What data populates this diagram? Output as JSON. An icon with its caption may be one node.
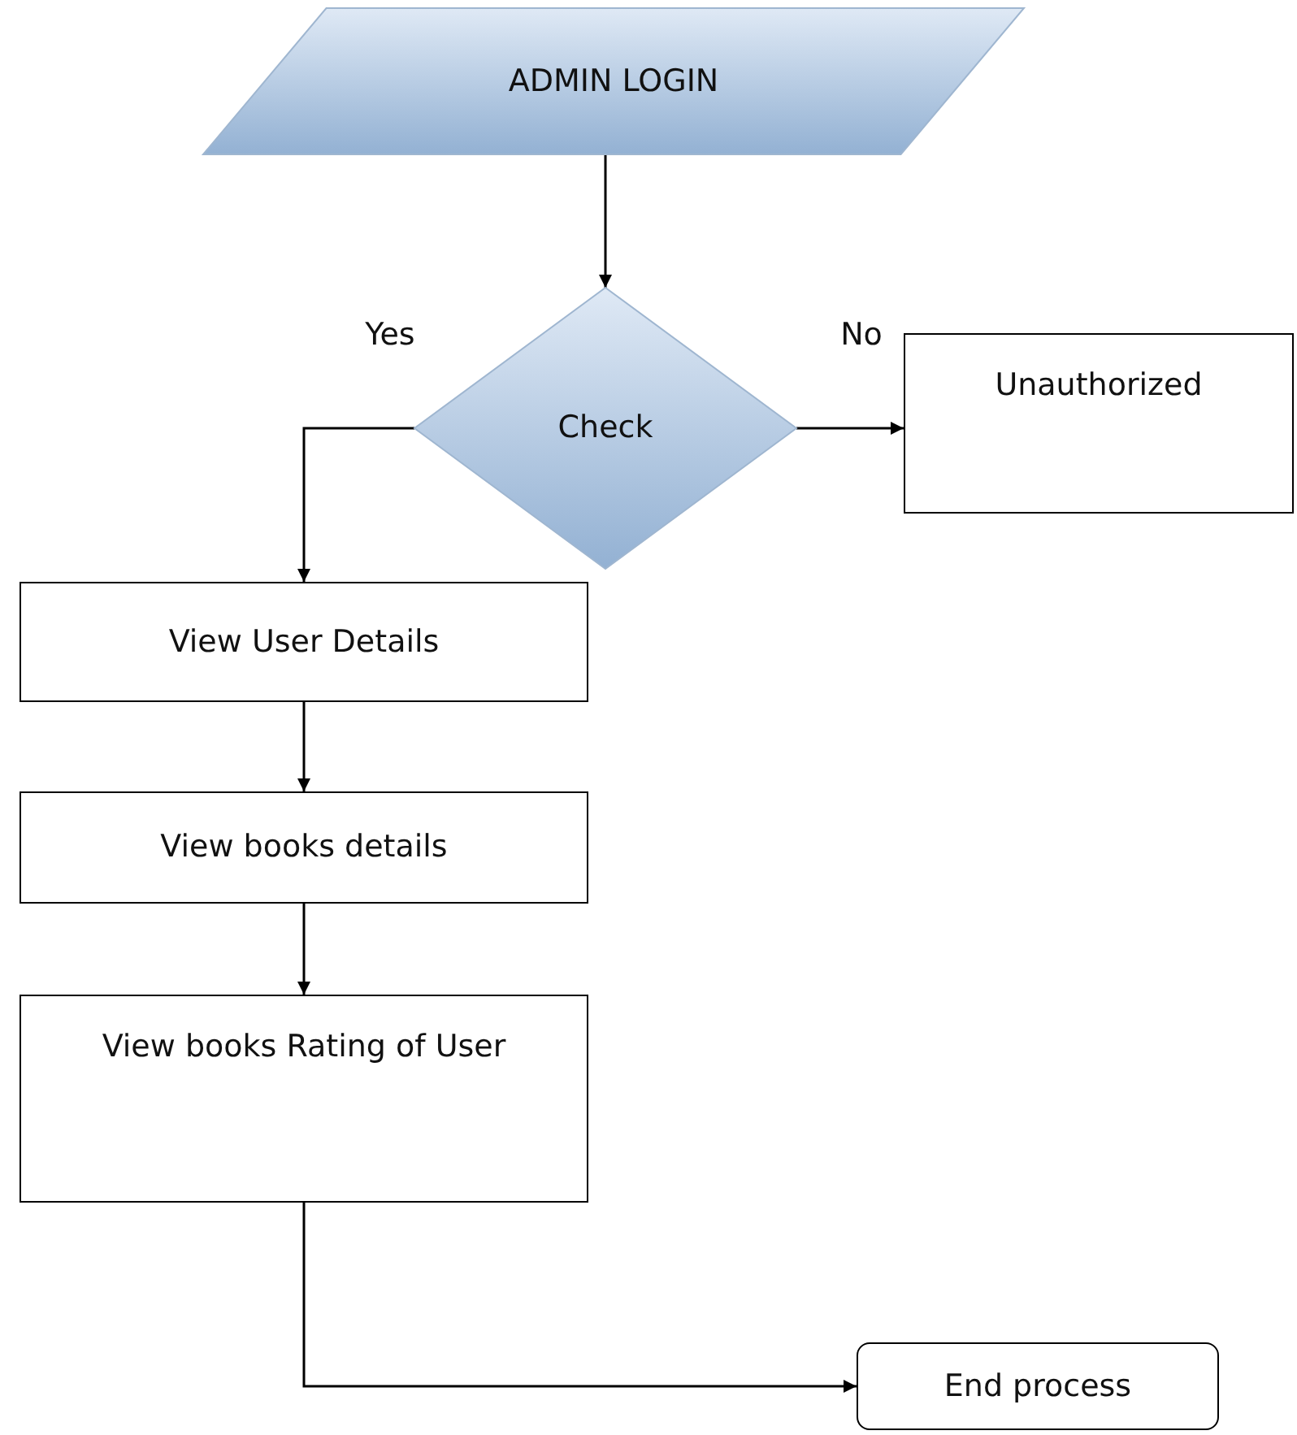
{
  "diagram": {
    "nodes": [
      {
        "text": [
          "ADMIN LOGIN"
        ]
      },
      {
        "text": [
          "Check"
        ]
      },
      {
        "text": [
          "Unauthorized"
        ]
      },
      {
        "text": [
          "View User Details"
        ]
      },
      {
        "text": [
          "View books details"
        ]
      },
      {
        "text": [
          "View books Rating of User"
        ]
      },
      {
        "text": [
          "End process"
        ]
      }
    ],
    "edges": [
      {
        "from": 0,
        "to": 1,
        "arrow": "to"
      },
      {
        "from": 1,
        "to": 2,
        "arrow": "to",
        "label": "No"
      },
      {
        "from": 1,
        "to": 3,
        "arrow": "to",
        "label": "Yes"
      },
      {
        "from": 3,
        "to": 4,
        "arrow": "to"
      },
      {
        "from": 4,
        "to": 5,
        "arrow": "to"
      },
      {
        "from": 5,
        "to": 6,
        "arrow": "to"
      }
    ]
  }
}
